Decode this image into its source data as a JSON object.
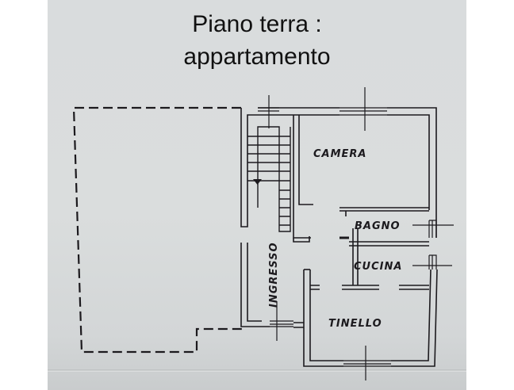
{
  "title": {
    "line1": "Piano terra :",
    "line2": "appartamento"
  },
  "rooms": {
    "camera": "CAMERA",
    "bagno": "BAGNO",
    "cucina": "CUCINA",
    "ingresso": "INGRESSO",
    "tinello": "TINELLO"
  },
  "colors": {
    "paper": "#d9dcdd",
    "ink": "#1c1a1e",
    "background": "#ffffff"
  }
}
